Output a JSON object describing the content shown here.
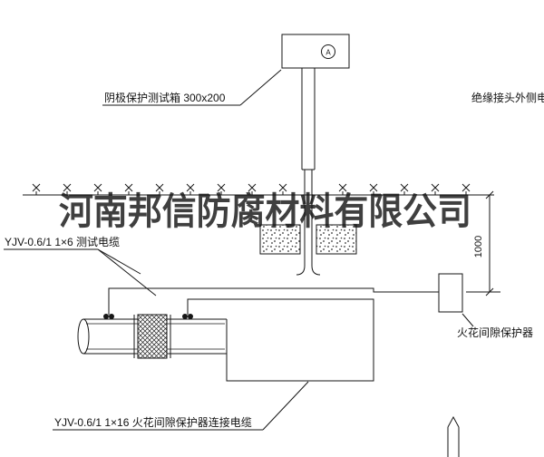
{
  "drawing": {
    "background": "#ffffff",
    "line_color": "#161616",
    "watermark": {
      "text": "河南邦信防腐材料有限公司",
      "color": "#101010",
      "opacity": "0.8"
    },
    "test_box": {
      "label": "阴极保护测试箱 300x200",
      "meter_symbol": "A"
    },
    "labels": {
      "insulated_joint_outer_cable": "绝缘接头外侧电缆",
      "test_cable": "YJV-0.6/1 1×6 测试电缆",
      "spark_gap_cable": "YJV-0.6/1 1×16 火花间隙保护器连接电缆",
      "spark_gap_protector": "火花间隙保护器"
    },
    "dimension": {
      "value": "1000"
    }
  }
}
